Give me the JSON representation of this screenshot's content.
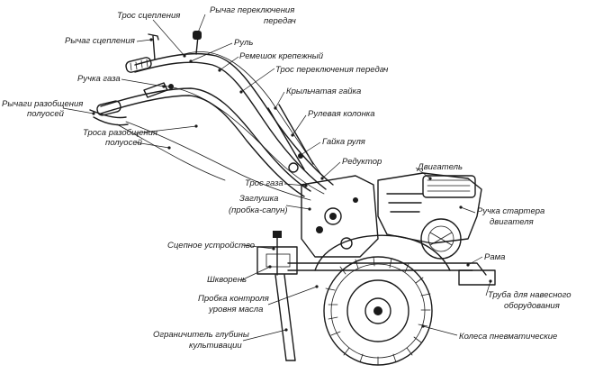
{
  "labels": {
    "tros_scepleniya": "Трос сцепления",
    "rychag_pereklyucheniya_1": "Рычаг переключения",
    "rychag_pereklyucheniya_2": "передач",
    "rychag_scepleniya": "Рычаг сцепления",
    "rul": "Руль",
    "remeshok": "Ремешок крепежный",
    "ruchka_gaza": "Ручка газа",
    "tros_pereklyucheniya": "Трос переключения передач",
    "rychagi_razobsh_1": "Рычаги разобщения",
    "rychagi_razobsh_2": "полуосей",
    "krylchataya_gayka": "Крыльчатая гайка",
    "rulevaya_kolonka": "Рулевая колонка",
    "trosa_razobsh_1": "Троса разобщения",
    "trosa_razobsh_2": "полуосей",
    "gayka_rulya": "Гайка руля",
    "reduktor": "Редуктор",
    "dvigatel": "Двигатель",
    "tros_gaza": "Трос газа",
    "zaglushka_1": "Заглушка",
    "zaglushka_2": "(пробка-сапун)",
    "ruchka_startera_1": "Ручка стартера",
    "ruchka_startera_2": "двигателя",
    "scepnoe": "Сцепное устройство",
    "rama": "Рама",
    "shkvoren": "Шкворень",
    "probka_1": "Пробка контроля",
    "probka_2": "уровня масла",
    "truba_1": "Труба для навесного",
    "truba_2": "оборудования",
    "ogranichitel_1": "Ограничитель глубины",
    "ogranichitel_2": "культивации",
    "kolesa": "Колеса пневматические"
  }
}
